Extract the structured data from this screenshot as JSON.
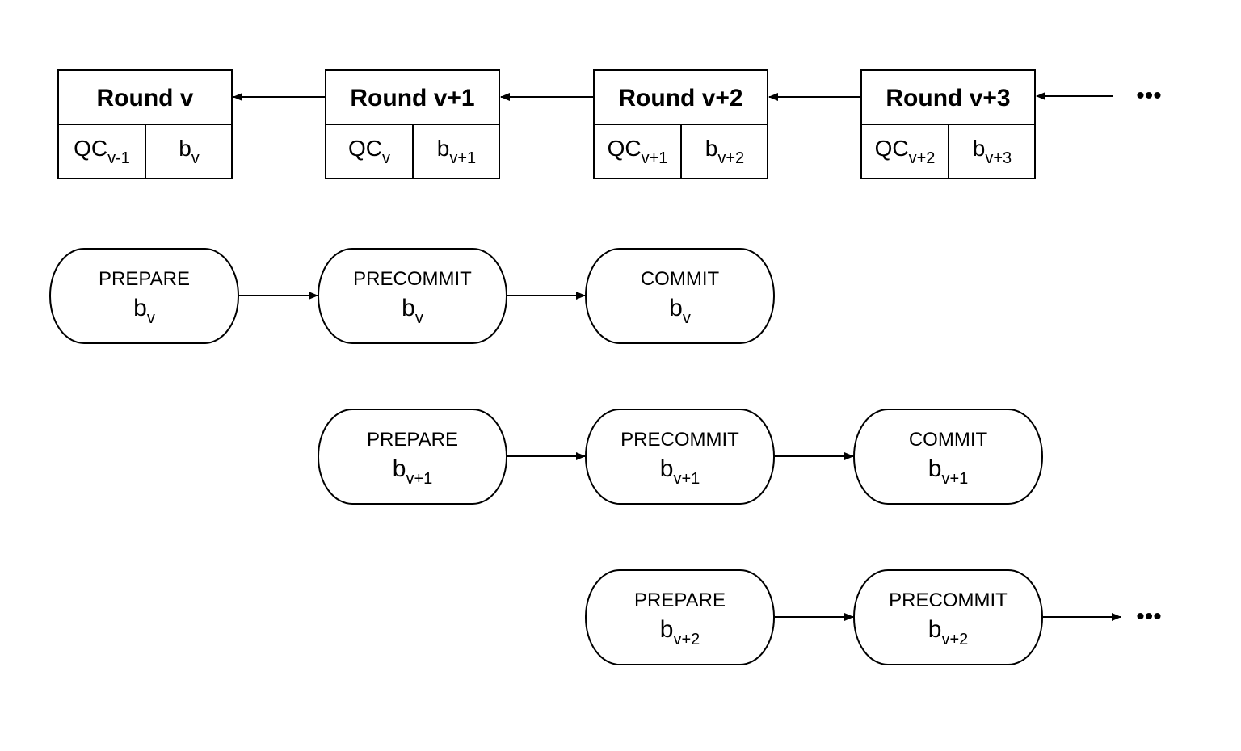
{
  "colors": {
    "stroke": "#000000",
    "fill": "#ffffff",
    "text": "#000000"
  },
  "rounds": [
    {
      "title": "Round v",
      "qc": "QC",
      "qc_sub": "v-1",
      "block": "b",
      "block_sub": "v"
    },
    {
      "title": "Round v+1",
      "qc": "QC",
      "qc_sub": "v",
      "block": "b",
      "block_sub": "v+1"
    },
    {
      "title": "Round v+2",
      "qc": "QC",
      "qc_sub": "v+1",
      "block": "b",
      "block_sub": "v+2"
    },
    {
      "title": "Round v+3",
      "qc": "QC",
      "qc_sub": "v+2",
      "block": "b",
      "block_sub": "v+3"
    }
  ],
  "rounds_continuation": "•••",
  "pipelines": [
    {
      "phases": [
        {
          "label": "PREPARE",
          "block": "b",
          "block_sub": "v"
        },
        {
          "label": "PRECOMMIT",
          "block": "b",
          "block_sub": "v"
        },
        {
          "label": "COMMIT",
          "block": "b",
          "block_sub": "v"
        }
      ]
    },
    {
      "phases": [
        {
          "label": "PREPARE",
          "block": "b",
          "block_sub": "v+1"
        },
        {
          "label": "PRECOMMIT",
          "block": "b",
          "block_sub": "v+1"
        },
        {
          "label": "COMMIT",
          "block": "b",
          "block_sub": "v+1"
        }
      ]
    },
    {
      "phases": [
        {
          "label": "PREPARE",
          "block": "b",
          "block_sub": "v+2"
        },
        {
          "label": "PRECOMMIT",
          "block": "b",
          "block_sub": "v+2"
        }
      ],
      "continuation": "•••"
    }
  ]
}
